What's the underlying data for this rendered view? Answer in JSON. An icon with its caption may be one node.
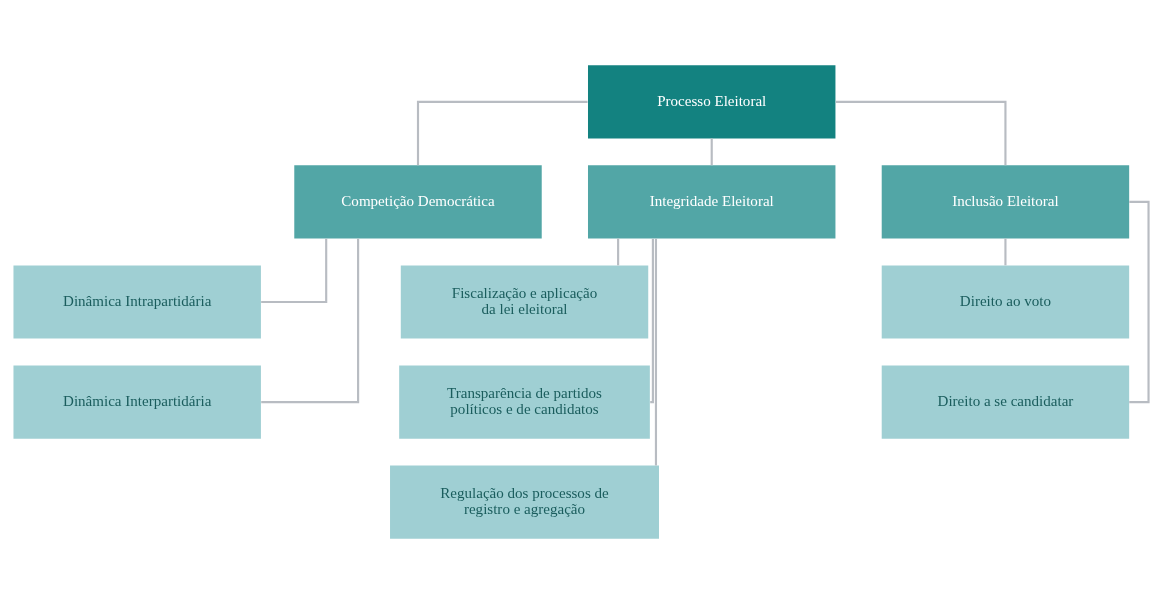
{
  "diagram": {
    "nodes": [
      {
        "text": [
          "Processo Eleitoral"
        ]
      },
      {
        "text": [
          "Competição Democrática"
        ]
      },
      {
        "text": [
          "Integridade Eleitoral"
        ]
      },
      {
        "text": [
          "Inclusão Eleitoral"
        ]
      },
      {
        "text": [
          "Dinâmica Intrapartidária"
        ]
      },
      {
        "text": [
          "Dinâmica Interpartidária"
        ]
      },
      {
        "text": [
          "Fiscalização e aplicação da lei eleitoral"
        ]
      },
      {
        "text": [
          "Transparência de partidos políticos e de candidatos"
        ]
      },
      {
        "text": [
          "Regulação dos processos de registro e agregação"
        ]
      },
      {
        "text": [
          "Direito ao voto"
        ]
      },
      {
        "text": [
          "Direito a se candidatar"
        ]
      }
    ],
    "edges": [
      {
        "from": 0,
        "to": 1,
        "arrow": "none"
      },
      {
        "from": 0,
        "to": 2,
        "arrow": "none"
      },
      {
        "from": 0,
        "to": 3,
        "arrow": "none"
      },
      {
        "from": 1,
        "to": 4,
        "arrow": "none"
      },
      {
        "from": 1,
        "to": 5,
        "arrow": "none"
      },
      {
        "from": 2,
        "to": 6,
        "arrow": "none"
      },
      {
        "from": 2,
        "to": 7,
        "arrow": "none"
      },
      {
        "from": 2,
        "to": 8,
        "arrow": "none"
      },
      {
        "from": 3,
        "to": 9,
        "arrow": "none"
      },
      {
        "from": 3,
        "to": 10,
        "arrow": "none"
      }
    ]
  }
}
